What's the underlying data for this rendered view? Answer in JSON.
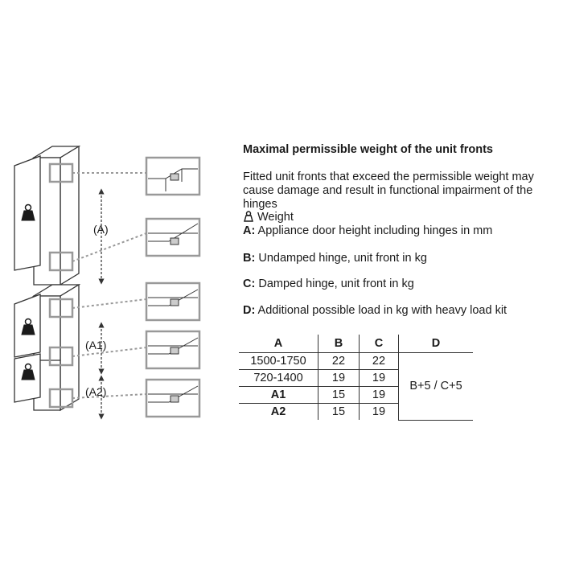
{
  "illustration": {
    "labels": {
      "a": "(A)",
      "a1": "(A1)",
      "a2": "(A2)"
    }
  },
  "info": {
    "title": "Maximal permissible weight of the unit fronts",
    "description": "Fitted unit fronts that exceed the permissible weight may cause damage and result in functional impairment of the hinges",
    "legend": {
      "weight": "Weight",
      "a_key": "A:",
      "a_text": "Appliance door height including hinges in mm",
      "b_key": "B:",
      "b_text": "Undamped hinge, unit front in kg",
      "c_key": "C:",
      "c_text": "Damped hinge, unit front in kg",
      "d_key": "D:",
      "d_text": "Additional possible load in kg with heavy load kit"
    }
  },
  "table": {
    "headers": [
      "A",
      "B",
      "C",
      "D"
    ],
    "rows": [
      [
        "1500-1750",
        "22",
        "22"
      ],
      [
        "720-1400",
        "19",
        "19"
      ],
      [
        "A1",
        "15",
        "19"
      ],
      [
        "A2",
        "15",
        "19"
      ]
    ],
    "d_value": "B+5 / C+5"
  }
}
